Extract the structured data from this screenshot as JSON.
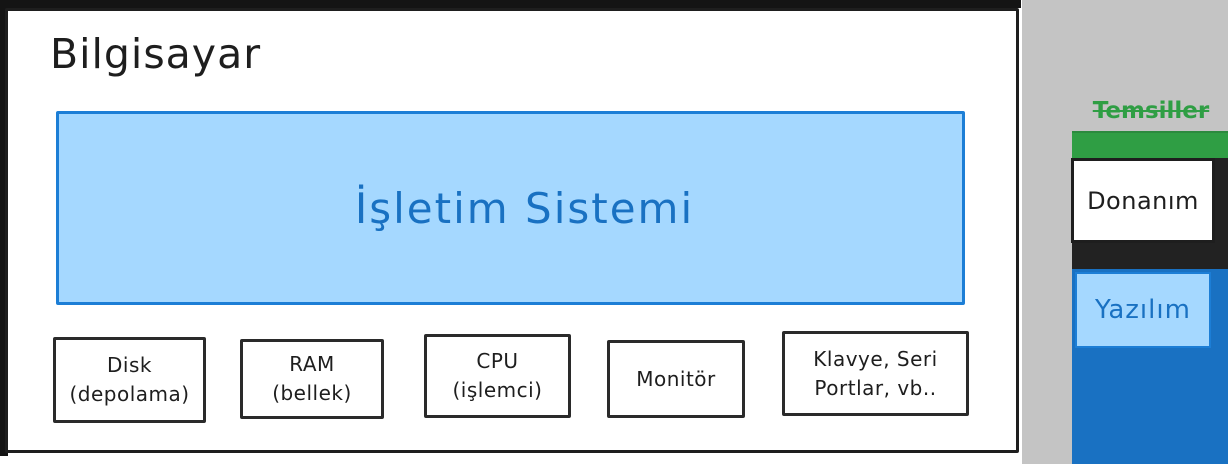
{
  "diagram": {
    "title": "Bilgisayar",
    "os_box_label": "İşletim Sistemi",
    "components": [
      {
        "name": "disk",
        "lines": [
          "Disk",
          "(depolama)"
        ]
      },
      {
        "name": "ram",
        "lines": [
          "RAM",
          "(bellek)"
        ]
      },
      {
        "name": "cpu",
        "lines": [
          "CPU",
          "(işlemci)"
        ]
      },
      {
        "name": "monitor",
        "lines": [
          "Monitör"
        ]
      },
      {
        "name": "io",
        "lines": [
          "Klavye, Seri",
          "Portlar, vb.."
        ]
      }
    ]
  },
  "legend": {
    "title": "Temsiller",
    "hardware_label": "Donanım",
    "software_label": "Yazılım"
  },
  "colors": {
    "software_fill": "#a5d8ff",
    "software_border": "#1c7ed6",
    "software_text": "#1971c2",
    "software_block": "#1971c2",
    "hardware_border": "#1e1e1e",
    "legend_green": "#2f9e44",
    "panel_gray": "#c4c4c4",
    "frame_black": "#141414"
  }
}
